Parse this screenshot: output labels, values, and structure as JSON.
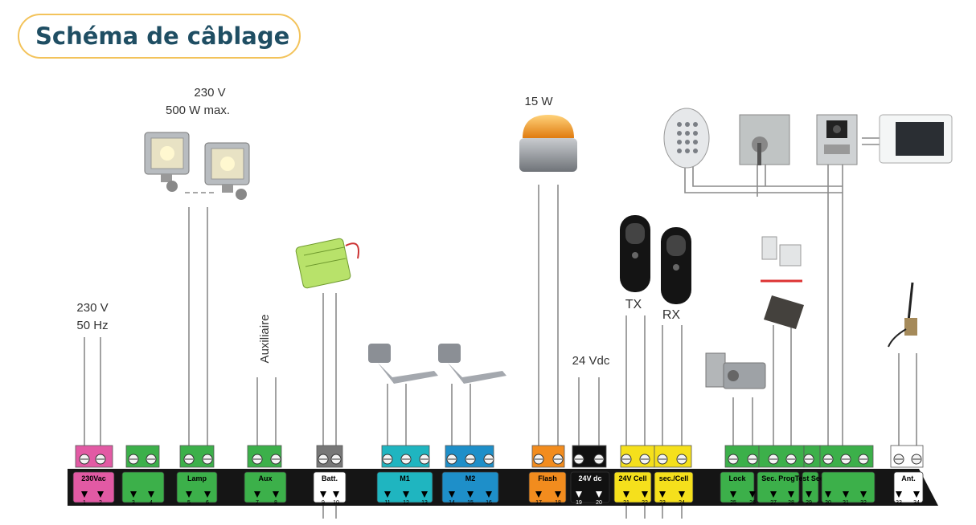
{
  "title": "Schéma de câblage",
  "labels": {
    "lamp_voltage": "230 V",
    "lamp_power": "500 W max.",
    "flash_power": "15 W",
    "mains_voltage": "230 V",
    "mains_freq": "50 Hz",
    "auxiliaire": "Auxiliaire",
    "tx": "TX",
    "rx": "RX",
    "dc24": "24 Vdc"
  },
  "terminal_blocks": [
    {
      "id": "230vac",
      "label": "230Vac",
      "numbers": [
        "1",
        "2"
      ],
      "color": "#e25aa4"
    },
    {
      "id": "unlabeled",
      "label": "",
      "numbers": [
        "3",
        "4"
      ],
      "color": "#3cb04a"
    },
    {
      "id": "lamp",
      "label": "Lamp",
      "numbers": [
        "5",
        "6"
      ],
      "color": "#3cb04a"
    },
    {
      "id": "aux",
      "label": "Aux",
      "numbers": [
        "7",
        "8"
      ],
      "color": "#3cb04a"
    },
    {
      "id": "batt",
      "label": "Batt.",
      "numbers": [
        "9",
        "10"
      ],
      "color": "#ffffff"
    },
    {
      "id": "m1",
      "label": "M1",
      "numbers": [
        "11",
        "12",
        "13"
      ],
      "color": "#1fb5c0"
    },
    {
      "id": "m2",
      "label": "M2",
      "numbers": [
        "14",
        "15",
        "16"
      ],
      "color": "#1e8fc9"
    },
    {
      "id": "flash",
      "label": "Flash",
      "numbers": [
        "17",
        "18"
      ],
      "color": "#f28c1e"
    },
    {
      "id": "24vdc",
      "label": "24V dc",
      "numbers": [
        "19",
        "20"
      ],
      "color": "#111111"
    },
    {
      "id": "24vcell",
      "label": "24V Cell",
      "numbers": [
        "21",
        "22"
      ],
      "color": "#f5e01c"
    },
    {
      "id": "seccell",
      "label": "sec./Cell",
      "numbers": [
        "23",
        "24"
      ],
      "color": "#f5e01c"
    },
    {
      "id": "lock",
      "label": "Lock",
      "numbers": [
        "25",
        "26"
      ],
      "color": "#3cb04a"
    },
    {
      "id": "secprog",
      "label": "Sec. Prog",
      "numbers": [
        "27",
        "28"
      ],
      "color": "#3cb04a"
    },
    {
      "id": "testsec",
      "label": "Test Sec.",
      "numbers": [
        "29"
      ],
      "color": "#3cb04a"
    },
    {
      "id": "inputs",
      "label": "",
      "numbers": [
        "30",
        "31",
        "32"
      ],
      "color": "#3cb04a"
    },
    {
      "id": "ant",
      "label": "Ant.",
      "numbers": [
        "33",
        "34"
      ],
      "color": "#ffffff"
    }
  ],
  "icons": [
    "floodlight-icon",
    "battery-pack-icon",
    "motor-arm-icon",
    "flashing-light-icon",
    "photocell-icon",
    "keypad-icon",
    "key-switch-icon",
    "intercom-icon",
    "video-monitor-icon",
    "safety-edge-icon",
    "electric-lock-icon",
    "antenna-icon"
  ]
}
